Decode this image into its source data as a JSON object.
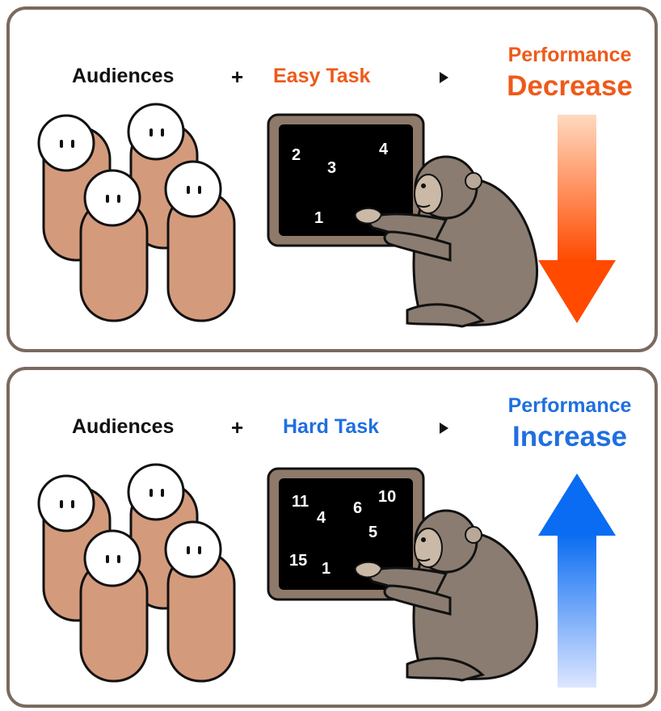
{
  "panels": [
    {
      "subject": "Audiences",
      "plus": "+",
      "task": "Easy Task",
      "pointer": "▸",
      "performance": "Performance",
      "result": "Decrease",
      "accent": "#ee5a1a",
      "screen_numbers": [
        "2",
        "3",
        "4",
        "1"
      ]
    },
    {
      "subject": "Audiences",
      "plus": "+",
      "task": "Hard Task",
      "pointer": "▸",
      "performance": "Performance",
      "result": "Increase",
      "accent": "#1f6fe0",
      "screen_numbers": [
        "11",
        "4",
        "6",
        "10",
        "5",
        "15",
        "1"
      ]
    }
  ],
  "colors": {
    "frame": "#7a6a5f",
    "person_body": "#d49a7c",
    "monkey_fur": "#8a7c70",
    "screen_bezel": "#8e7a6a",
    "screen": "#000000",
    "down_arrow": "#ff4a00",
    "up_arrow": "#0a6cf2"
  }
}
